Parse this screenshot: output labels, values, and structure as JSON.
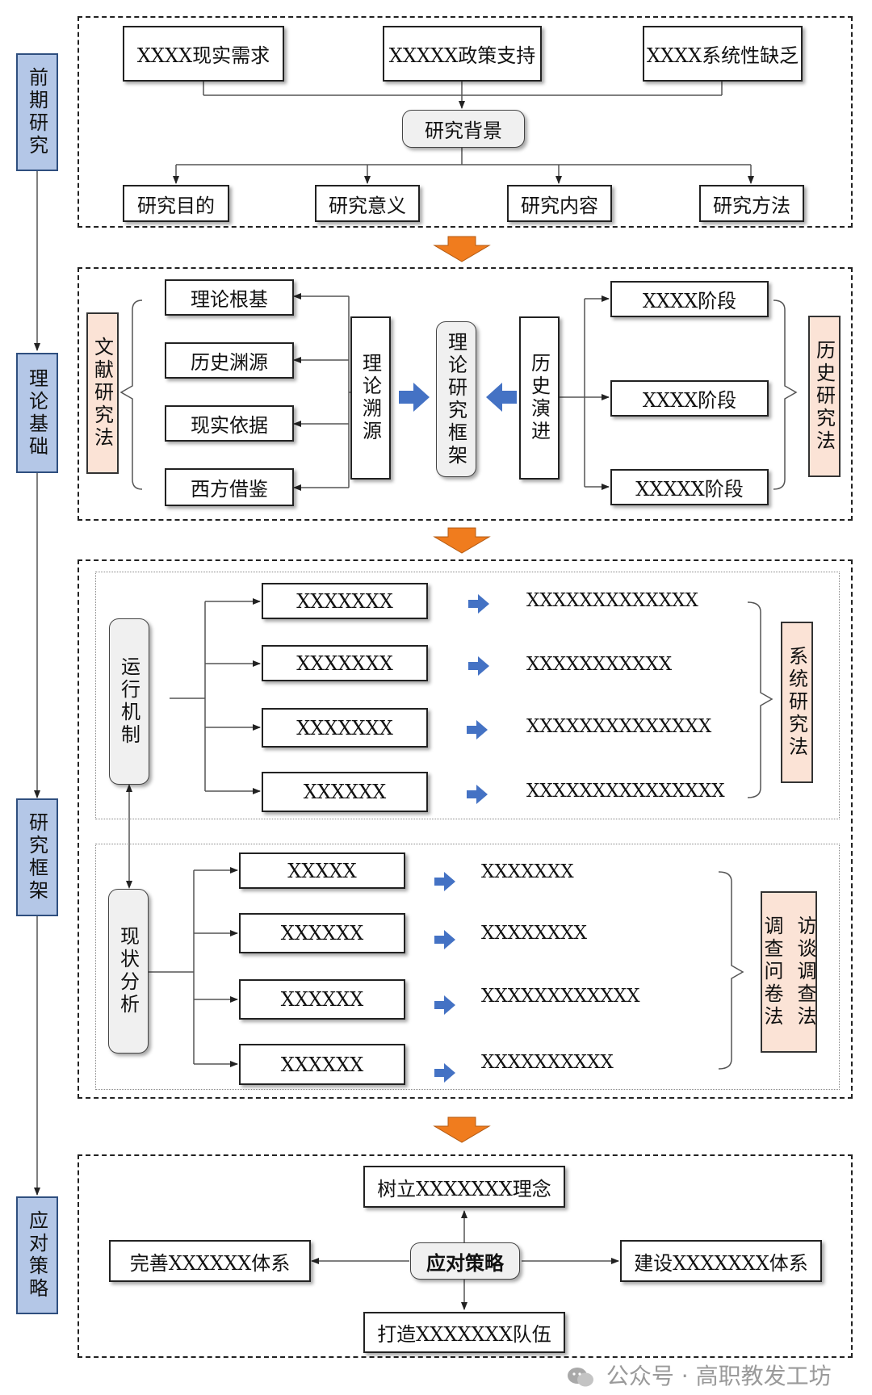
{
  "phases": [
    "前期研究",
    "理论基础",
    "研究框架",
    "应对策略"
  ],
  "section1": {
    "top": [
      "XXXX现实需求",
      "XXXXX政策支持",
      "XXXX系统性缺乏"
    ],
    "center": "研究背景",
    "bottom": [
      "研究目的",
      "研究意义",
      "研究内容",
      "研究方法"
    ]
  },
  "section2": {
    "left_method": "文献研究法",
    "left_items": [
      "理论根基",
      "历史渊源",
      "现实依据",
      "西方借鉴"
    ],
    "trace": "理论溯源",
    "center": "理论研究框架",
    "evolution": "历史演进",
    "stages": [
      "XXXX阶段",
      "XXXX阶段",
      "XXXXX阶段"
    ],
    "right_method": "历史研究法"
  },
  "section3a": {
    "hub": "运行机制",
    "items": [
      "XXXXXXX",
      "XXXXXXX",
      "XXXXXXX",
      "XXXXXX"
    ],
    "results": [
      "XXXXXXXXXXXXX",
      "XXXXXXXXXXX",
      "XXXXXXXXXXXXXX",
      "XXXXXXXXXXXXXXX"
    ],
    "method": "系统研究法"
  },
  "section3b": {
    "hub": "现状分析",
    "items": [
      "XXXXX",
      "XXXXXX",
      "XXXXXX",
      "XXXXXX"
    ],
    "results": [
      "XXXXXXX",
      "XXXXXXXX",
      "XXXXXXXXXXXX",
      "XXXXXXXXXX"
    ],
    "method_a": "访谈调查法",
    "method_b": "调查问卷法"
  },
  "section4": {
    "center": "应对策略",
    "top": "树立XXXXXXX理念",
    "left": "完善XXXXXX体系",
    "right": "建设XXXXXXX体系",
    "bottom": "打造XXXXXXX队伍"
  },
  "watermark": "公众号 · 高职教发工坊",
  "colors": {
    "phase_fill": "#b4c7e7",
    "method_fill": "#fbe3d6",
    "flow_arrow": "#f07c1e",
    "blue_arrow": "#4472c4"
  }
}
